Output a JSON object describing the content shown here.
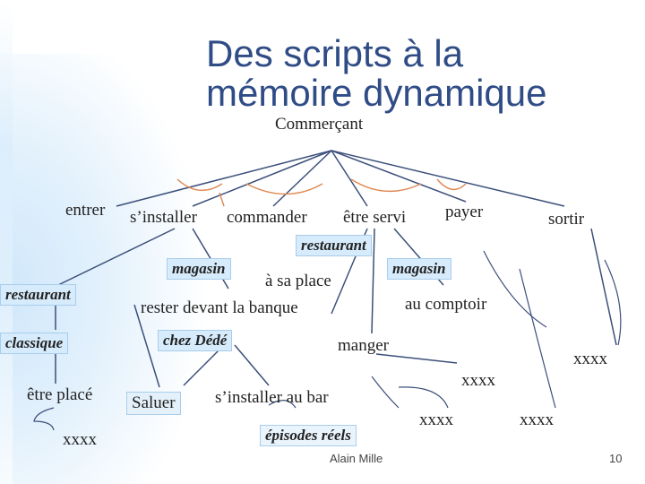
{
  "slide": {
    "title_line1": "Des scripts à la",
    "title_line2": "mémoire dynamique",
    "footer_author": "Alain Mille",
    "page_number": "10"
  },
  "diagram": {
    "root": "Commerçant",
    "steps": [
      "entrer",
      "s’installer",
      "commander",
      "être servi",
      "payer",
      "sortir"
    ],
    "context_labels": {
      "restaurant_top": "restaurant",
      "magasin_left": "magasin",
      "magasin_right": "magasin",
      "restaurant_left": "restaurant",
      "classique": "classique",
      "chez_dede": "chez Dédé",
      "episodes_reels": "épisodes réels"
    },
    "nodes": {
      "a_sa_place": "à sa place",
      "rester_banque": "rester devant la banque",
      "au_comptoir": "au comptoir",
      "manger": "manger",
      "etre_place": "être placé",
      "saluer": "Saluer",
      "installer_bar": "s’installer au bar",
      "xxxx_1": "xxxx",
      "xxxx_2": "xxxx",
      "xxxx_3": "xxxx",
      "xxxx_4": "xxxx",
      "xxxx_5": "xxxx"
    }
  }
}
